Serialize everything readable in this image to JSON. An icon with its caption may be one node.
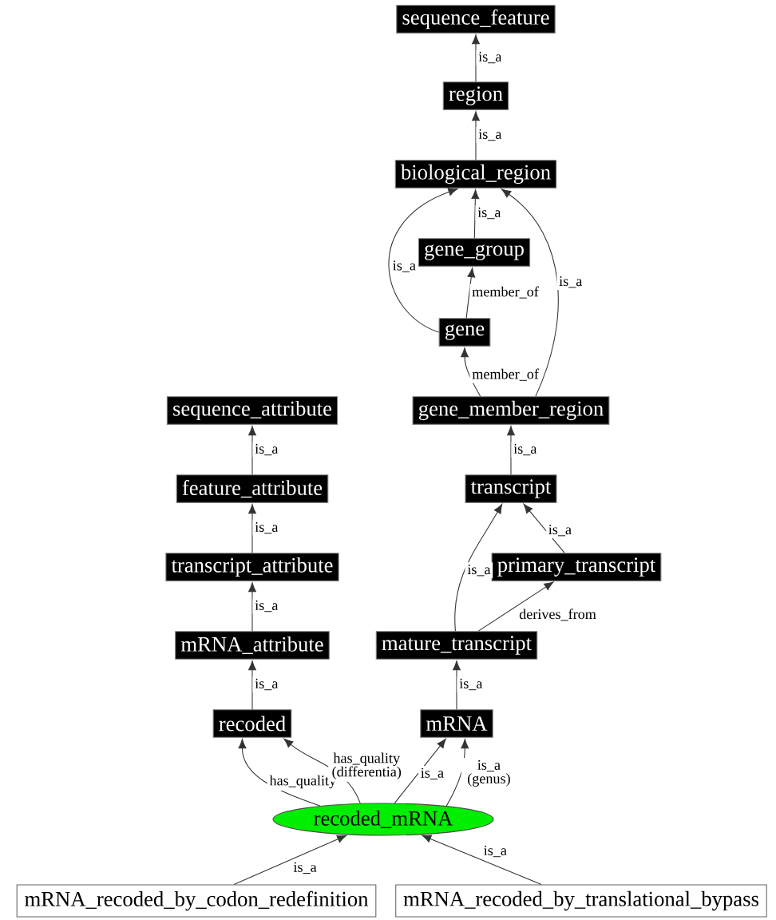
{
  "diagram": {
    "nodes": [
      {
        "text": [
          "sequence_feature"
        ]
      },
      {
        "text": [
          "region"
        ]
      },
      {
        "text": [
          "biological_region"
        ]
      },
      {
        "text": [
          "gene_group"
        ]
      },
      {
        "text": [
          "gene"
        ]
      },
      {
        "text": [
          "gene_member_region"
        ]
      },
      {
        "text": [
          "transcript"
        ]
      },
      {
        "text": [
          "primary_transcript"
        ]
      },
      {
        "text": [
          "mature_transcript"
        ]
      },
      {
        "text": [
          "mRNA"
        ]
      },
      {
        "text": [
          "sequence_attribute"
        ]
      },
      {
        "text": [
          "feature_attribute"
        ]
      },
      {
        "text": [
          "transcript_attribute"
        ]
      },
      {
        "text": [
          "mRNA_attribute"
        ]
      },
      {
        "text": [
          "recoded"
        ]
      },
      {
        "text": [
          "recoded_mRNA"
        ]
      },
      {
        "text": [
          "mRNA_recoded_by_codon_redefinition"
        ]
      },
      {
        "text": [
          "mRNA_recoded_by_translational_bypass"
        ]
      }
    ],
    "edges": [
      {
        "from": 1,
        "to": 0,
        "arrow": "to",
        "label": "is_a"
      },
      {
        "from": 2,
        "to": 1,
        "arrow": "to",
        "label": "is_a"
      },
      {
        "from": 3,
        "to": 2,
        "arrow": "to",
        "label": "is_a"
      },
      {
        "from": 4,
        "to": 2,
        "arrow": "to",
        "label": "is_a"
      },
      {
        "from": 4,
        "to": 3,
        "arrow": "to",
        "label": "member_of"
      },
      {
        "from": 5,
        "to": 4,
        "arrow": "to",
        "label": "member_of"
      },
      {
        "from": 5,
        "to": 2,
        "arrow": "to",
        "label": "is_a"
      },
      {
        "from": 6,
        "to": 5,
        "arrow": "to",
        "label": "is_a"
      },
      {
        "from": 7,
        "to": 6,
        "arrow": "to",
        "label": "is_a"
      },
      {
        "from": 8,
        "to": 6,
        "arrow": "to",
        "label": "is_a"
      },
      {
        "from": 8,
        "to": 7,
        "arrow": "to",
        "label": "derives_from"
      },
      {
        "from": 9,
        "to": 8,
        "arrow": "to",
        "label": "is_a"
      },
      {
        "from": 11,
        "to": 10,
        "arrow": "to",
        "label": "is_a"
      },
      {
        "from": 12,
        "to": 11,
        "arrow": "to",
        "label": "is_a"
      },
      {
        "from": 13,
        "to": 12,
        "arrow": "to",
        "label": "is_a"
      },
      {
        "from": 14,
        "to": 13,
        "arrow": "to",
        "label": "is_a"
      },
      {
        "from": 15,
        "to": 14,
        "arrow": "to",
        "label": "has_quality"
      },
      {
        "from": 15,
        "to": 14,
        "arrow": "to",
        "label": "has_quality (differentia)"
      },
      {
        "from": 15,
        "to": 9,
        "arrow": "to",
        "label": "is_a"
      },
      {
        "from": 15,
        "to": 9,
        "arrow": "to",
        "label": "is_a (genus)"
      },
      {
        "from": 16,
        "to": 15,
        "arrow": "to",
        "label": "is_a"
      },
      {
        "from": 17,
        "to": 15,
        "arrow": "to",
        "label": "is_a"
      }
    ]
  }
}
